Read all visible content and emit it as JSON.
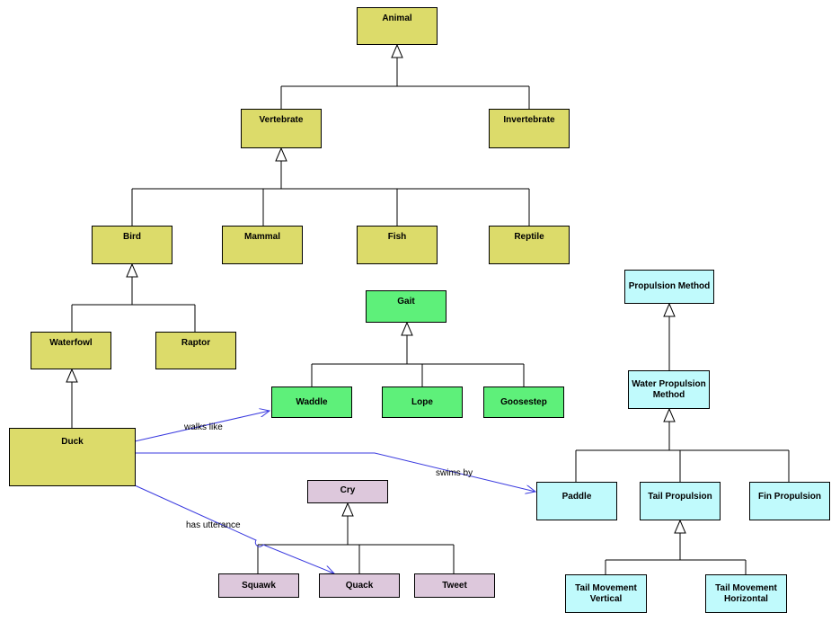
{
  "nodes": {
    "animal": "Animal",
    "vertebrate": "Vertebrate",
    "invertebrate": "Invertebrate",
    "bird": "Bird",
    "mammal": "Mammal",
    "fish": "Fish",
    "reptile": "Reptile",
    "waterfowl": "Waterfowl",
    "raptor": "Raptor",
    "duck": "Duck",
    "gait": "Gait",
    "waddle": "Waddle",
    "lope": "Lope",
    "goosestep": "Goosestep",
    "cry": "Cry",
    "squawk": "Squawk",
    "quack": "Quack",
    "tweet": "Tweet",
    "propulsion_method": "Propulsion Method",
    "water_propulsion_method": "Water Propulsion Method",
    "paddle": "Paddle",
    "tail_propulsion": "Tail Propulsion",
    "fin_propulsion": "Fin Propulsion",
    "tail_movement_vertical": "Tail Movement Vertical",
    "tail_movement_horizontal": "Tail Movement Horizontal"
  },
  "associations": {
    "walks_like": "walks like",
    "swims_by": "swims by",
    "has_utterance": "has utterance"
  },
  "colors": {
    "animal_classes": "#dcdb6a",
    "gait_classes": "#5ef07a",
    "cry_classes": "#ddc8dc",
    "propulsion_classes": "#c0fafc",
    "association_line": "#3a3adf"
  }
}
